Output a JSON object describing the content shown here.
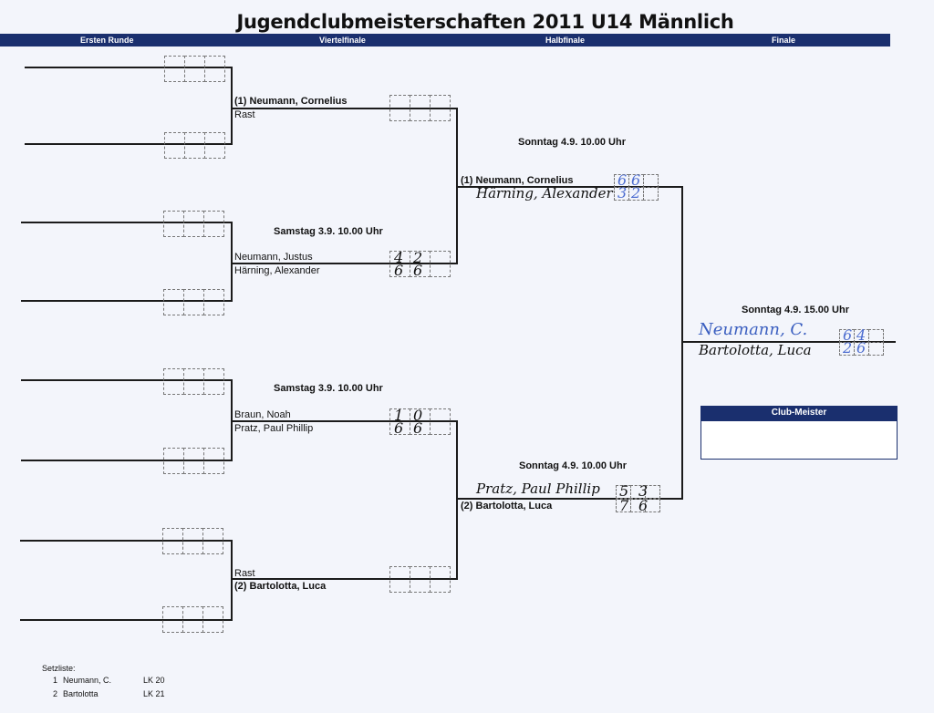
{
  "title": "Jugendclubmeisterschaften 2011 U14 Männlich",
  "rounds": [
    "Ersten Runde",
    "Viertelfinale",
    "Halbfinale",
    "Finale"
  ],
  "qf": [
    {
      "p1": "(1) Neumann, Cornelius",
      "p2": "Rast",
      "schedule": ""
    },
    {
      "p1": "Neumann, Justus",
      "p2": "Härning, Alexander",
      "schedule": "Samstag 3.9. 10.00 Uhr",
      "s1": [
        "4",
        "2"
      ],
      "s2": [
        "6",
        "6"
      ]
    },
    {
      "p1": "Braun, Noah",
      "p2": "Pratz, Paul Phillip",
      "schedule": "Samstag 3.9. 10.00 Uhr",
      "s1": [
        "1",
        "0"
      ],
      "s2": [
        "6",
        "6"
      ]
    },
    {
      "p1": "Rast",
      "p2": "(2) Bartolotta, Luca",
      "schedule": ""
    }
  ],
  "sf": [
    {
      "p1": "(1) Neumann, Cornelius",
      "p2": "Härning, Alexander",
      "schedule": "Sonntag 4.9. 10.00 Uhr",
      "s1": [
        "6",
        "6"
      ],
      "s2": [
        "3",
        "2"
      ]
    },
    {
      "p1": "Pratz, Paul Phillip",
      "p2": "(2) Bartolotta, Luca",
      "schedule": "Sonntag 4.9. 10.00 Uhr",
      "s1": [
        "5",
        "3"
      ],
      "s2": [
        "7",
        "6"
      ]
    }
  ],
  "final": {
    "p1": "Neumann, C.",
    "p2": "Bartolotta, Luca",
    "schedule": "Sonntag 4.9. 15.00 Uhr",
    "s1": [
      "6",
      "4"
    ],
    "s2": [
      "2",
      "6"
    ]
  },
  "club_meister": {
    "label": "Club-Meister",
    "value": ""
  },
  "setzliste": {
    "label": "Setzliste:",
    "entries": [
      {
        "rank": "1",
        "name": "Neumann, C.",
        "lk": "LK 20"
      },
      {
        "rank": "2",
        "name": "Bartolotta",
        "lk": "LK 21"
      }
    ]
  },
  "colors": {
    "bar": "#1a2f6e",
    "paper": "#f3f5fb",
    "blue_ink": "#3b5fc0"
  }
}
